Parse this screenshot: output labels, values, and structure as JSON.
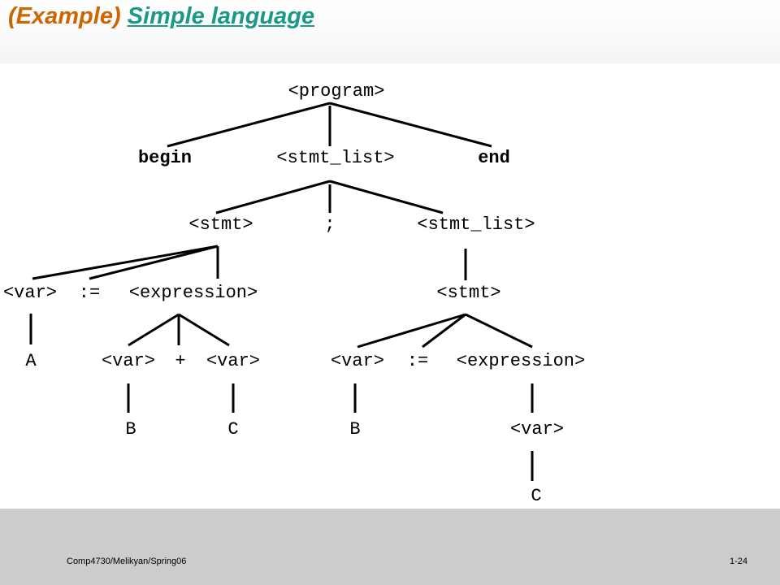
{
  "title": {
    "prefix": "(Example)",
    "link": "Simple language"
  },
  "tree": {
    "nodes": {
      "program": "<program>",
      "begin": "begin",
      "stmt_list_1": "<stmt_list>",
      "end": "end",
      "stmt_1": "<stmt>",
      "semicolon": ";",
      "stmt_list_2": "<stmt_list>",
      "var_1": "<var>",
      "assign_1": ":=",
      "expression_1": "<expression>",
      "stmt_2": "<stmt>",
      "id_A": "A",
      "var_2": "<var>",
      "plus": "+",
      "var_3": "<var>",
      "var_4": "<var>",
      "assign_2": ":=",
      "expression_2": "<expression>",
      "id_B_1": "B",
      "id_C_1": "C",
      "id_B_2": "B",
      "var_5": "<var>",
      "id_C_2": "C"
    }
  },
  "footer": {
    "left": "Comp4730/Melikyan/Spring06",
    "right": "1-24"
  }
}
